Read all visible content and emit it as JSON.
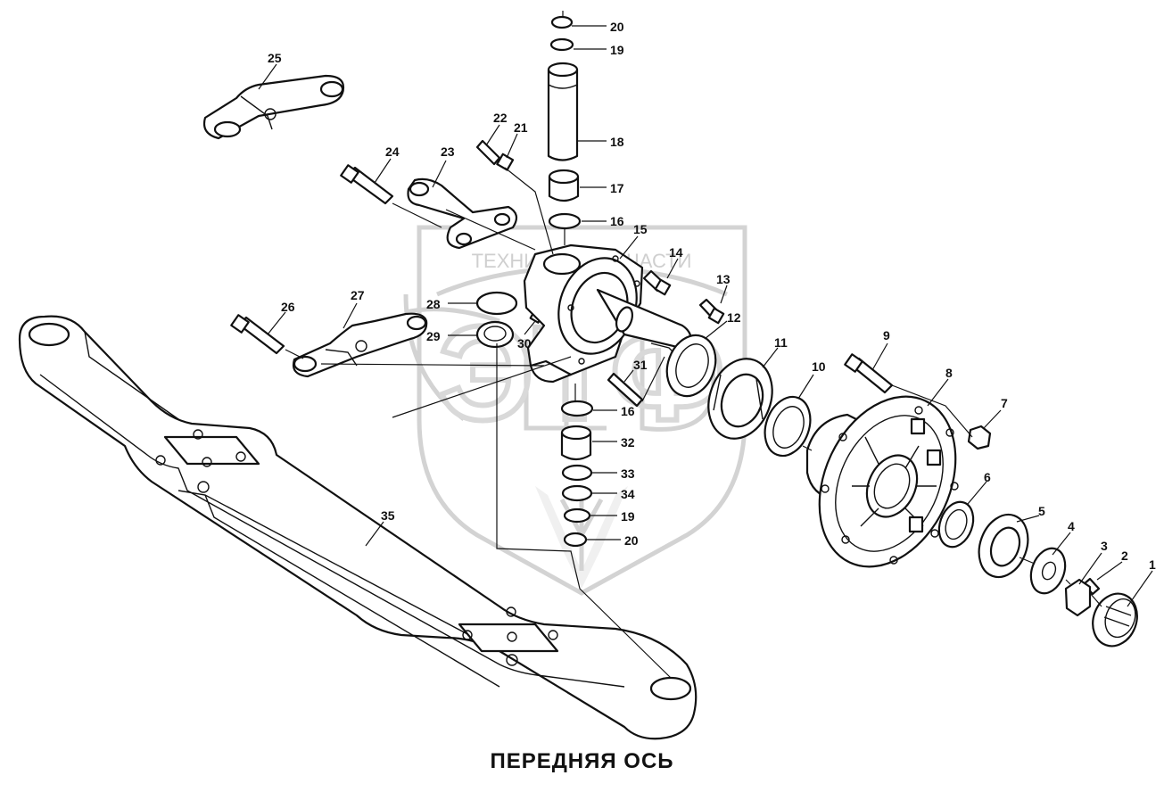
{
  "diagram": {
    "caption": "ПЕРЕДНЯЯ ОСЬ",
    "watermark_text": "ТЕХНИКА И ЗАПЧАСТИ",
    "watermark_logo_text": "ЭТФ"
  },
  "callouts": [
    "1",
    "2",
    "3",
    "4",
    "5",
    "6",
    "7",
    "8",
    "9",
    "10",
    "11",
    "12",
    "13",
    "14",
    "15",
    "16",
    "17",
    "18",
    "19",
    "20",
    "21",
    "22",
    "23",
    "24",
    "25",
    "26",
    "27",
    "28",
    "29",
    "30",
    "31",
    "32",
    "33",
    "34",
    "35"
  ]
}
